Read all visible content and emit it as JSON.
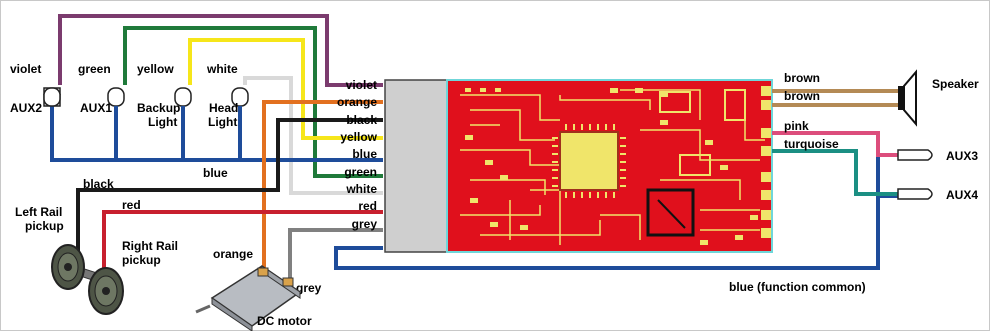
{
  "lamps_left": [
    {
      "wire": "violet",
      "label": "AUX2"
    },
    {
      "wire": "green",
      "label": "AUX1"
    },
    {
      "wire": "yellow",
      "label_line1": "Backup",
      "label_line2": "Light"
    },
    {
      "wire": "white",
      "label_line1": "Head",
      "label_line2": "Light"
    }
  ],
  "connector_pins": [
    "violet",
    "orange",
    "black",
    "yellow",
    "blue",
    "green",
    "white",
    "red",
    "grey"
  ],
  "wire_labels": {
    "blue_left": "blue",
    "black_track": "black",
    "red_track": "red",
    "orange_motor": "orange",
    "grey_motor": "grey",
    "brown1": "brown",
    "brown2": "brown",
    "pink": "pink",
    "turquoise": "turquoise",
    "blue_common": "blue (function common)"
  },
  "components": {
    "left_rail": [
      "Left Rail",
      "pickup"
    ],
    "right_rail": [
      "Right Rail",
      "pickup"
    ],
    "motor": "DC motor",
    "speaker": "Speaker",
    "aux3": "AUX3",
    "aux4": "AUX4"
  },
  "colors": {
    "violet": "#7b3b6e",
    "green": "#1f7a3a",
    "yellow": "#f6e61a",
    "white": "#d9d9d9",
    "blue": "#1e4c9a",
    "orange": "#e2701f",
    "black": "#1a1a1a",
    "red": "#c8202e",
    "grey": "#808080",
    "brown": "#b48a55",
    "pink": "#dc4d7c",
    "turquoise": "#1b8f83",
    "pcb": "#e0101c",
    "pcb_trace": "#f0e56a",
    "pcb_border": "#6fd6d9"
  }
}
